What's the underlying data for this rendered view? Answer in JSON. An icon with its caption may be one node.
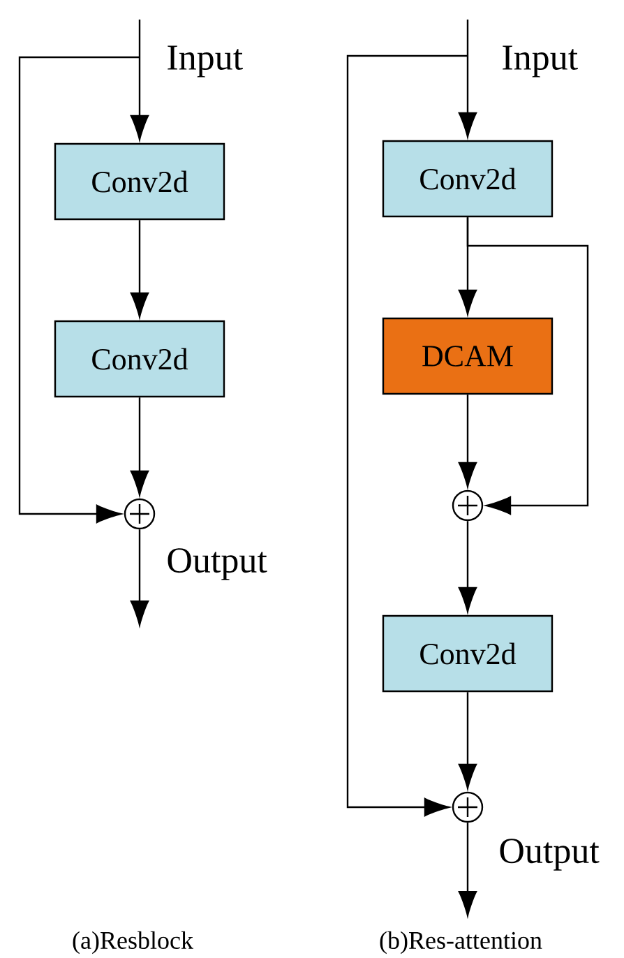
{
  "diagram": {
    "nodes": [
      {
        "text": [
          "Conv2d"
        ]
      },
      {
        "text": [
          "Conv2d"
        ]
      },
      {
        "text": [],
        "shape": "circle"
      },
      {
        "text": [
          "Conv2d"
        ]
      },
      {
        "text": [
          "DCAM"
        ]
      },
      {
        "text": [],
        "shape": "circle"
      },
      {
        "text": [
          "Conv2d"
        ]
      },
      {
        "text": [],
        "shape": "circle"
      }
    ],
    "edges": [
      {
        "from": null,
        "to": 0,
        "arrow": "to"
      },
      {
        "from": 0,
        "to": 1,
        "arrow": "to"
      },
      {
        "from": 1,
        "to": 2,
        "arrow": "to"
      },
      {
        "from": null,
        "to": 2,
        "arrow": "to"
      },
      {
        "from": 2,
        "to": null,
        "arrow": "to"
      },
      {
        "from": null,
        "to": 3,
        "arrow": "to"
      },
      {
        "from": 3,
        "to": 4,
        "arrow": "to"
      },
      {
        "from": 3,
        "to": 5,
        "arrow": "to"
      },
      {
        "from": 4,
        "to": 5,
        "arrow": "to"
      },
      {
        "from": 5,
        "to": 6,
        "arrow": "to"
      },
      {
        "from": 6,
        "to": 7,
        "arrow": "to"
      },
      {
        "from": null,
        "to": 7,
        "arrow": "to"
      },
      {
        "from": 7,
        "to": null,
        "arrow": "to"
      }
    ],
    "labels": [
      "Input",
      "Input",
      "Output",
      "Output",
      "(a)Resblock",
      "(b)Res-attention"
    ]
  }
}
